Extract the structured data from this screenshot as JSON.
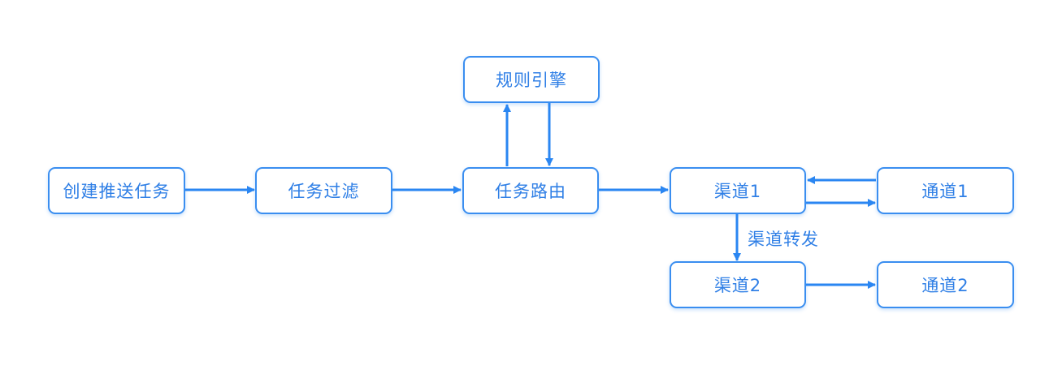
{
  "nodes": {
    "create_task": "创建推送任务",
    "filter_task": "任务过滤",
    "rule_engine": "规则引擎",
    "route_task": "任务路由",
    "channel_1": "渠道1",
    "pathway_1": "通道1",
    "channel_2": "渠道2",
    "pathway_2": "通道2"
  },
  "edge_labels": {
    "channel_forward": "渠道转发"
  },
  "colors": {
    "accent": "#3a8ef0",
    "text": "#2f7fe6",
    "background": "#ffffff"
  }
}
